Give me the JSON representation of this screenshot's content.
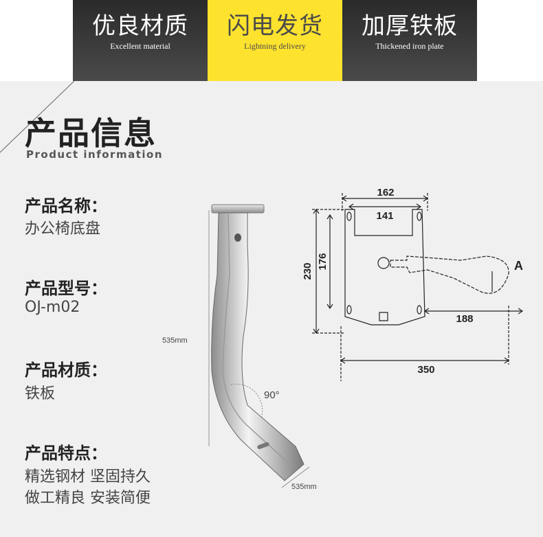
{
  "banner": {
    "tabs": [
      {
        "title": "优良材质",
        "subtitle": "Excellent material"
      },
      {
        "title": "闪电发货",
        "subtitle": "Lightning delivery"
      },
      {
        "title": "加厚铁板",
        "subtitle": "Thickened iron plate"
      }
    ]
  },
  "section": {
    "title": "产品信息",
    "subtitle": "Product information"
  },
  "info": {
    "name_label": "产品名称：",
    "name_value": "办公椅底盘",
    "model_label": "产品型号：",
    "model_value": "OJ-m02",
    "material_label": "产品材质：",
    "material_value": "铁板",
    "features_label": "产品特点：",
    "features_line1": "精选钢材 坚固持久",
    "features_line2": "做工精良 安装简便"
  },
  "bracket_annotations": {
    "height_label": "535mm",
    "angle_label": "90°",
    "length_label": "535mm"
  },
  "diagram_dims": {
    "d162": "162",
    "d141": "141",
    "d230": "230",
    "d176": "176",
    "d188": "188",
    "d350": "350",
    "marker": "A"
  },
  "colors": {
    "banner_dark": "#3a3a3a",
    "banner_yellow": "#fde22e",
    "background": "#f0f0f0"
  }
}
